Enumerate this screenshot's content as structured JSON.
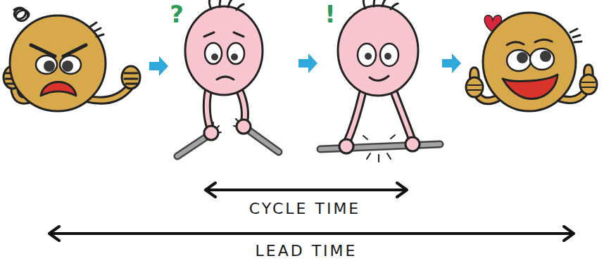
{
  "diagram": {
    "labels": [
      "?",
      "!",
      "CYCLE TIME",
      "LEAD TIME"
    ]
  }
}
